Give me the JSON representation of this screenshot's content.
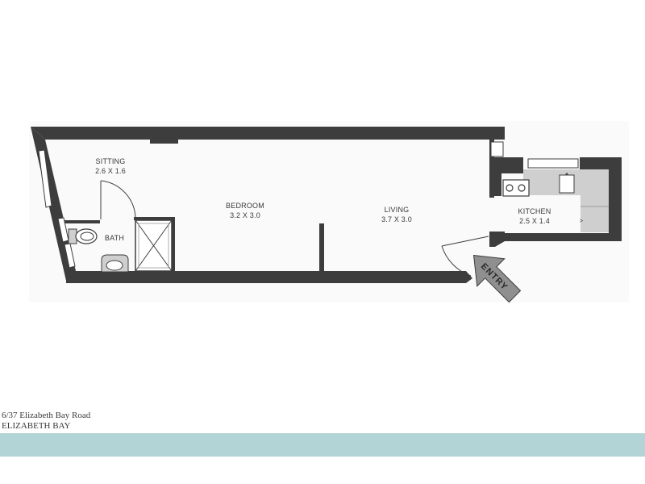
{
  "plan": {
    "rooms": {
      "sitting": {
        "name": "SITTING",
        "dims": "2.6 X 1.6"
      },
      "bedroom": {
        "name": "BEDROOM",
        "dims": "3.2 X 3.0"
      },
      "living": {
        "name": "LIVING",
        "dims": "3.7 X 3.0"
      },
      "kitchen": {
        "name": "KITCHEN",
        "dims": "2.5 X 1.4"
      },
      "bath": {
        "name": "BATH"
      }
    },
    "entry_label": "ENTRY"
  },
  "address": {
    "line1": "6/37 Elizabeth Bay Road",
    "line2": "ELIZABETH BAY"
  },
  "colors": {
    "wall": "#3d3d3d",
    "floor_bg": "#fafafa",
    "fixture": "#cfcfcf",
    "fixture_dark": "#9a9a9a",
    "arrow": "#8f8f8f",
    "band": "#b3d4d6"
  }
}
